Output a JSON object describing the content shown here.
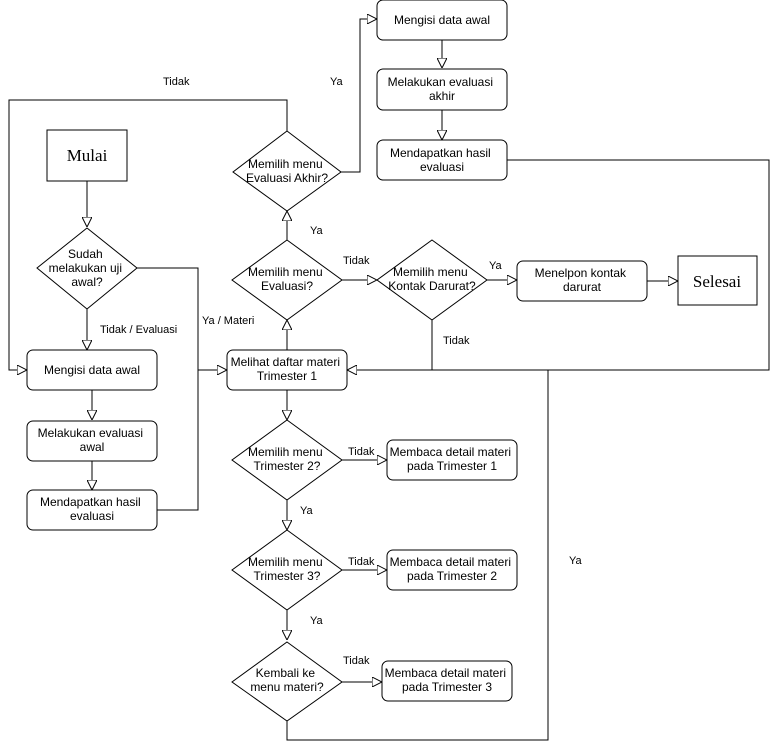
{
  "diagram": {
    "start": "Mulai",
    "end": "Selesai",
    "decisions": {
      "initial_test": [
        "Sudah",
        "melakukan uji",
        "awal?"
      ],
      "menu_final_eval": [
        "Memilih menu",
        "Evaluasi Akhir?"
      ],
      "menu_evaluation": [
        "Memilih menu",
        "Evaluasi?"
      ],
      "menu_emergency": [
        "Memilih menu",
        "Kontak Darurat?"
      ],
      "menu_trimester2": [
        "Memilih menu",
        "Trimester 2?"
      ],
      "menu_trimester3": [
        "Memilih menu",
        "Trimester 3?"
      ],
      "back_to_menu": [
        "Kembali ke",
        "menu materi?"
      ]
    },
    "processes": {
      "fill_initial_left": [
        "Mengisi data awal"
      ],
      "eval_initial": [
        "Melakukan evaluasi",
        "awal"
      ],
      "result_initial": [
        "Mendapatkan hasil",
        "evaluasi"
      ],
      "fill_initial_top": [
        "Mengisi data awal"
      ],
      "eval_final": [
        "Melakukan evaluasi",
        "akhir"
      ],
      "result_final": [
        "Mendapatkan hasil",
        "evaluasi"
      ],
      "materials_list": [
        "Melihat daftar materi",
        "Trimester 1"
      ],
      "call_contact": [
        "Menelpon kontak",
        "darurat"
      ],
      "detail_t1": [
        "Membaca detail materi",
        "pada Trimester 1"
      ],
      "detail_t2": [
        "Membaca detail materi",
        "pada Trimester 2"
      ],
      "detail_t3": [
        "Membaca detail materi",
        "pada Trimester 3"
      ]
    },
    "edge_labels": {
      "no_top_loop": "Tidak",
      "final_eval_yes": "Ya",
      "evaluation_yes": "Ya",
      "evaluation_no": "Tidak",
      "emergency_yes": "Ya",
      "emergency_no": "Tidak",
      "initial_no_eval": "Tidak / Evaluasi",
      "initial_yes_material": "Ya / Materi",
      "t2_no": "Tidak",
      "t2_yes": "Ya",
      "t3_no": "Tidak",
      "t3_yes": "Ya",
      "back_no": "Tidak",
      "back_yes": "Ya"
    }
  }
}
